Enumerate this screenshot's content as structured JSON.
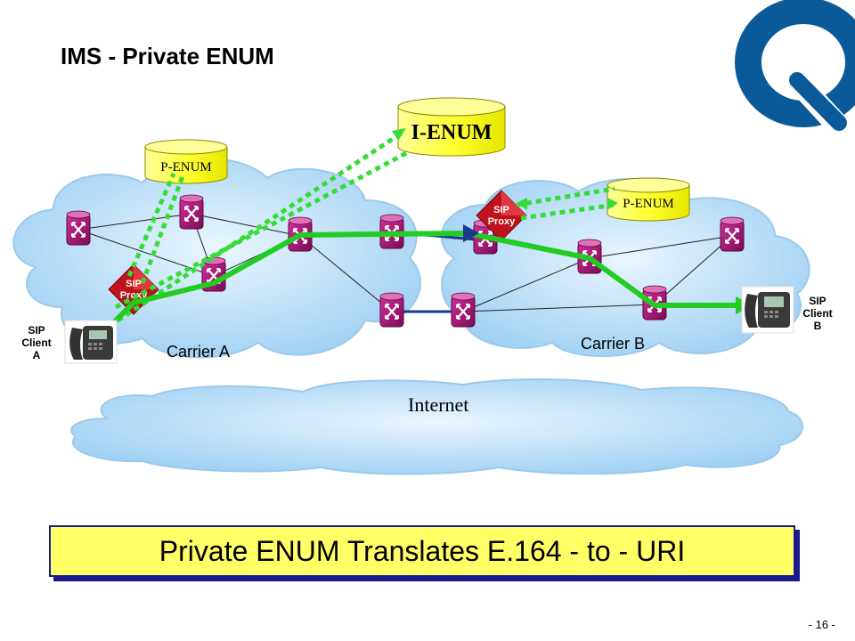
{
  "title": "IMS - Private ENUM",
  "banner": "Private ENUM Translates E.164 - to - URI",
  "page_number": "- 16 -",
  "nodes": {
    "i_enum": "I-ENUM",
    "p_enum_a": "P-ENUM",
    "p_enum_b": "P-ENUM",
    "proxy_a": [
      "SIP",
      "Proxy"
    ],
    "proxy_b": [
      "SIP",
      "Proxy"
    ]
  },
  "clouds": {
    "carrier_a": "Carrier A",
    "carrier_b": "Carrier B",
    "internet": "Internet"
  },
  "clients": {
    "a": [
      "SIP",
      "Client",
      "A"
    ],
    "b": [
      "SIP",
      "Client",
      "B"
    ]
  },
  "colors": {
    "cloud_fill": "#b7dcf7",
    "path_green": "#22cc22",
    "dotted_green": "#33dd33",
    "db_yellow": "#ffff44",
    "router_magenta": "#b0127a",
    "proxy_red": "#c0121a",
    "banner_bg": "#ffff66",
    "logo_blue": "#0a5a99"
  }
}
